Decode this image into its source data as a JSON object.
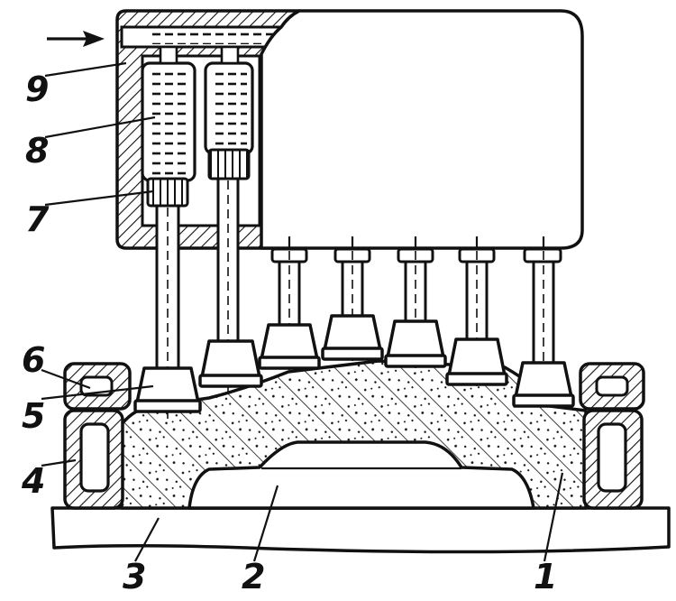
{
  "diagram": {
    "callouts": {
      "c1": "1",
      "c2": "2",
      "c3": "3",
      "c4": "4",
      "c5": "5",
      "c6": "6",
      "c7": "7",
      "c8": "8",
      "c9": "9"
    },
    "colors": {
      "ink": "#111111",
      "paper": "#ffffff"
    },
    "icons": {
      "flow": "arrow-right-icon"
    }
  }
}
